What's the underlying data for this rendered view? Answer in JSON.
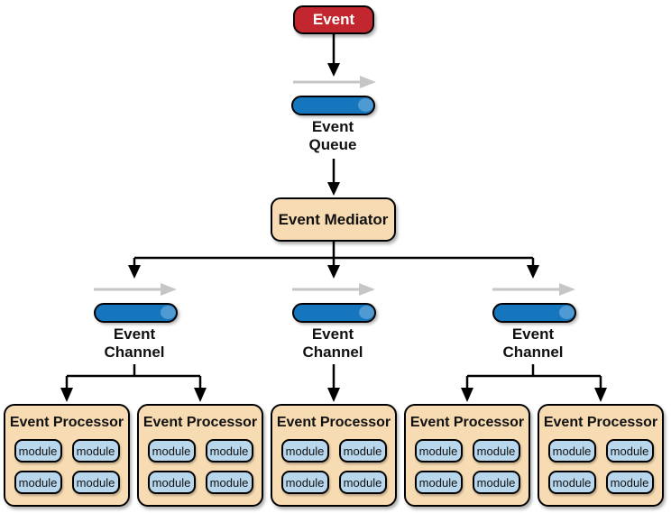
{
  "colors": {
    "event_red": "#c2262e",
    "box_tan": "#f7dbb2",
    "cylinder_blue": "#1676bd",
    "cylinder_highlight": "#4f9ad2",
    "module_blue": "#b9d7ec",
    "gray_arrow": "#c6c6c6",
    "line_black": "#000000"
  },
  "diagram": {
    "event": "Event",
    "event_queue": "Event\nQueue",
    "event_mediator": "Event Mediator",
    "channels": [
      {
        "label": "Event\nChannel"
      },
      {
        "label": "Event\nChannel"
      },
      {
        "label": "Event\nChannel"
      }
    ],
    "processors": [
      {
        "title": "Event Processor",
        "modules": [
          "module",
          "module",
          "module",
          "module"
        ]
      },
      {
        "title": "Event Processor",
        "modules": [
          "module",
          "module",
          "module",
          "module"
        ]
      },
      {
        "title": "Event Processor",
        "modules": [
          "module",
          "module",
          "module",
          "module"
        ]
      },
      {
        "title": "Event Processor",
        "modules": [
          "module",
          "module",
          "module",
          "module"
        ]
      },
      {
        "title": "Event Processor",
        "modules": [
          "module",
          "module",
          "module",
          "module"
        ]
      }
    ]
  }
}
